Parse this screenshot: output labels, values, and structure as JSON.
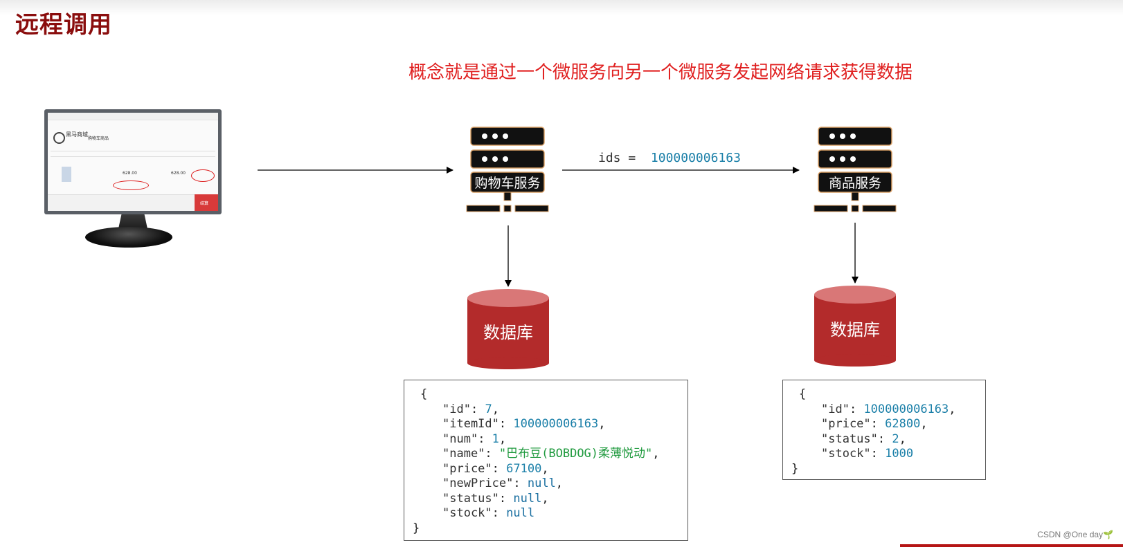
{
  "slide": {
    "title": "远程调用",
    "subtitle": "概念就是通过一个微服务向另一个微服务发起网络请求获得数据"
  },
  "client": {
    "shop_name": "黑马商城",
    "cart_label": "购物车商品",
    "price_1": "628.00",
    "price_2": "628.00",
    "pay_label": "结算"
  },
  "services": {
    "cart_service": "购物车服务",
    "item_service": "商品服务",
    "database_label": "数据库"
  },
  "request": {
    "param_key": "ids",
    "param_op": "=",
    "param_value": "100000006163"
  },
  "cart_json": {
    "open": "{",
    "close": "}",
    "lines": [
      {
        "key": "\"id\"",
        "value": "7",
        "type": "num",
        "comma": ","
      },
      {
        "key": "\"itemId\"",
        "value": "100000006163",
        "type": "num",
        "comma": ","
      },
      {
        "key": "\"num\"",
        "value": "1",
        "type": "num",
        "comma": ","
      },
      {
        "key": "\"name\"",
        "value": "\"巴布豆(BOBDOG)柔薄悦动\"",
        "type": "str",
        "comma": ","
      },
      {
        "key": "\"price\"",
        "value": "67100",
        "type": "num",
        "comma": ","
      },
      {
        "key": "\"newPrice\"",
        "value": "null",
        "type": "kw",
        "comma": ","
      },
      {
        "key": "\"status\"",
        "value": "null",
        "type": "kw",
        "comma": ","
      },
      {
        "key": "\"stock\"",
        "value": "null",
        "type": "kw",
        "comma": ""
      }
    ]
  },
  "item_json": {
    "open": "{",
    "close": "}",
    "lines": [
      {
        "key": "\"id\"",
        "value": "100000006163",
        "type": "num",
        "comma": ","
      },
      {
        "key": "\"price\"",
        "value": "62800",
        "type": "num",
        "comma": ","
      },
      {
        "key": "\"status\"",
        "value": "2",
        "type": "num",
        "comma": ","
      },
      {
        "key": "\"stock\"",
        "value": "1000",
        "type": "num",
        "comma": ""
      }
    ]
  },
  "watermark": "CSDN @One day🌱",
  "colors": {
    "title": "#8a0d0d",
    "subtitle": "#e02020",
    "server_fill": "#111111",
    "server_outline": "#d9a066",
    "db_fill": "#b32b2b",
    "db_top": "#d97777",
    "number": "#1a7fa8",
    "string": "#1f9a3e"
  }
}
